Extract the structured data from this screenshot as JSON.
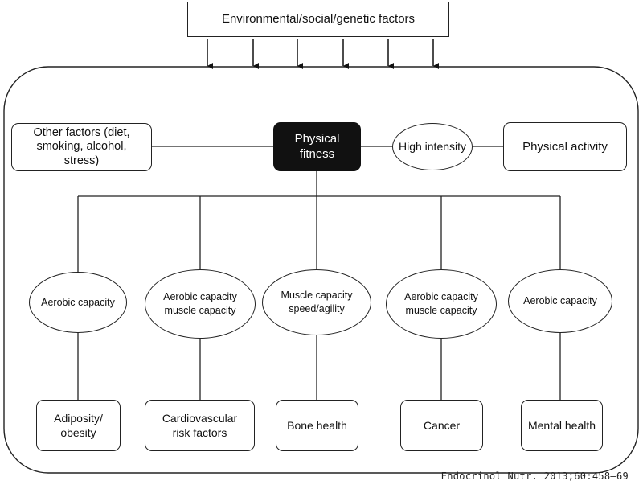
{
  "top_box": "Environmental/social/genetic factors",
  "other_factors": "Other factors (diet,\nsmoking, alcohol,\nstress)",
  "physical_fitness": "Physical\nfitness",
  "high_intensity": "High intensity",
  "physical_activity": "Physical activity",
  "capacities": [
    "Aerobic capacity",
    "Aerobic capacity\nmuscle capacity",
    "Muscle capacity\nspeed/agility",
    "Aerobic capacity\nmuscle capacity",
    "Aerobic capacity"
  ],
  "outcomes": [
    "Adiposity/\nobesity",
    "Cardiovascular\nrisk factors",
    "Bone health",
    "Cancer",
    "Mental health"
  ],
  "citation": "Endocrinol Nutr. 2013;60:458–69"
}
